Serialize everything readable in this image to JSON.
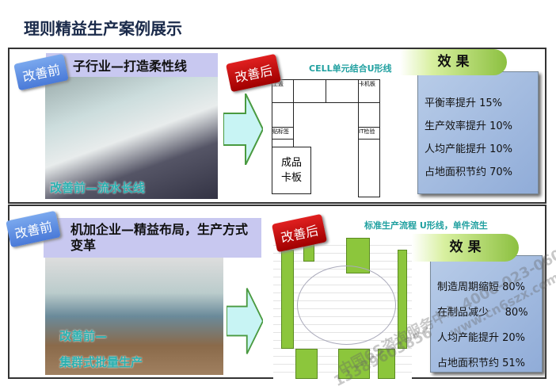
{
  "title": "理则精益生产案例展示",
  "case1": {
    "before_badge": "改善前",
    "heading": "子行业—打造柔性线",
    "photo_caption": "改善前—流水长线",
    "after_badge": "改善后",
    "diagram_title": "CELL单元结合U形线",
    "diagram_labels": [
      "上盖",
      "卡机板",
      "贴标签",
      "IT检验",
      "成品",
      "卡板"
    ],
    "effect_title": "效 果",
    "effects": [
      "平衡率提升  15%",
      "生产效率提升  10%",
      "人均产能提升  10%",
      "占地面积节约  70%"
    ]
  },
  "case2": {
    "before_badge": "改善前",
    "heading": "机加企业—精益布局，生产方式变革",
    "photo_caption_1": "改善前—",
    "photo_caption_2": "集群式批量生产",
    "after_badge": "改善后",
    "diagram_title": "标准生产流程 U形线，单件流生",
    "effect_title": "效 果",
    "effects": [
      "制造周期缩短  80%",
      "在制品减少     80%",
      "人均产能提升  20%",
      "占地面积节约  51%"
    ]
  },
  "watermark": [
    "中国6S咨询服务中心 4006-023-060",
    "www.cn6szx.com",
    "13389603856"
  ],
  "colors": {
    "blue_badge": "#4a7ad8",
    "red_badge": "#c00000",
    "caption": "#2ab0b0",
    "effect_box": "#a0b8e0",
    "green": "#8cc63c"
  }
}
